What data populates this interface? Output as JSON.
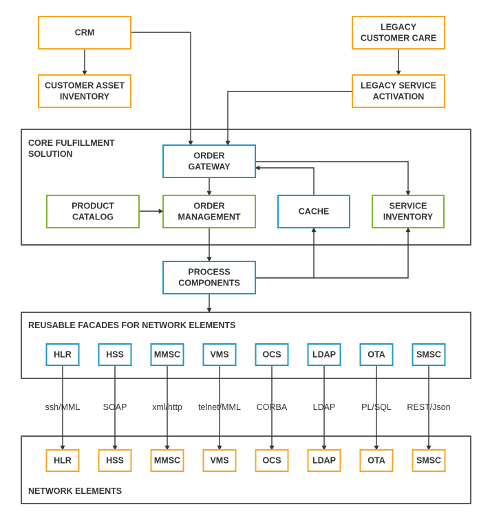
{
  "colors": {
    "orange": "#F5A623",
    "blue": "#1E98C8",
    "green": "#7DB52F",
    "frame": "#333333",
    "text": "#333333"
  },
  "nodes": {
    "crm": [
      "CRM"
    ],
    "customer_asset_inventory": [
      "CUSTOMER ASSET",
      "INVENTORY"
    ],
    "legacy_customer_care": [
      "LEGACY",
      "CUSTOMER CARE"
    ],
    "legacy_service_activation": [
      "LEGACY SERVICE",
      "ACTIVATION"
    ],
    "order_gateway": [
      "ORDER",
      "GATEWAY"
    ],
    "product_catalog": [
      "PRODUCT",
      "CATALOG"
    ],
    "order_management": [
      "ORDER",
      "MANAGEMENT"
    ],
    "cache": [
      "CACHE"
    ],
    "service_inventory": [
      "SERVICE",
      "INVENTORY"
    ],
    "process_components": [
      "PROCESS",
      "COMPONENTS"
    ]
  },
  "groups": {
    "core": [
      "CORE FULFILLMENT",
      "SOLUTION"
    ],
    "facades": [
      "REUSABLE FACADES FOR NETWORK ELEMENTS"
    ],
    "network": [
      "NETWORK ELEMENTS"
    ]
  },
  "elements": [
    "HLR",
    "HSS",
    "MMSC",
    "VMS",
    "OCS",
    "LDAP",
    "OTA",
    "SMSC"
  ],
  "protocols": [
    "ssh/MML",
    "SOAP",
    "xml/http",
    "telnet/MML",
    "CORBA",
    "LDAP",
    "PL/SQL",
    "REST/Json"
  ]
}
